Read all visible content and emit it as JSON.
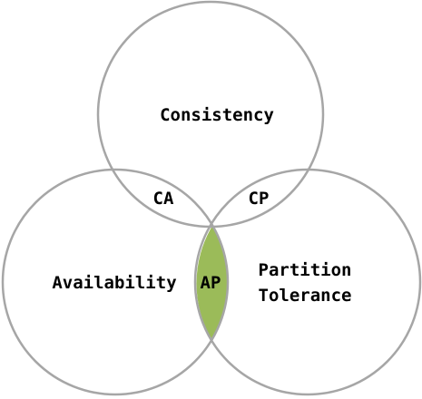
{
  "diagram": {
    "sets": [
      {
        "key": "consistency",
        "label": [
          "Consistency"
        ]
      },
      {
        "key": "availability",
        "label": [
          "Availability"
        ]
      },
      {
        "key": "partition",
        "label": [
          "Partition",
          "Tolerance"
        ]
      }
    ],
    "intersections": [
      {
        "key": "ca",
        "label": "CA",
        "color": "#8fb1d9"
      },
      {
        "key": "cp",
        "label": "CP",
        "color": "#dc9595"
      },
      {
        "key": "ap",
        "label": "AP",
        "color": "#9bbb59"
      }
    ],
    "outline_color": "#a6a6a6"
  }
}
